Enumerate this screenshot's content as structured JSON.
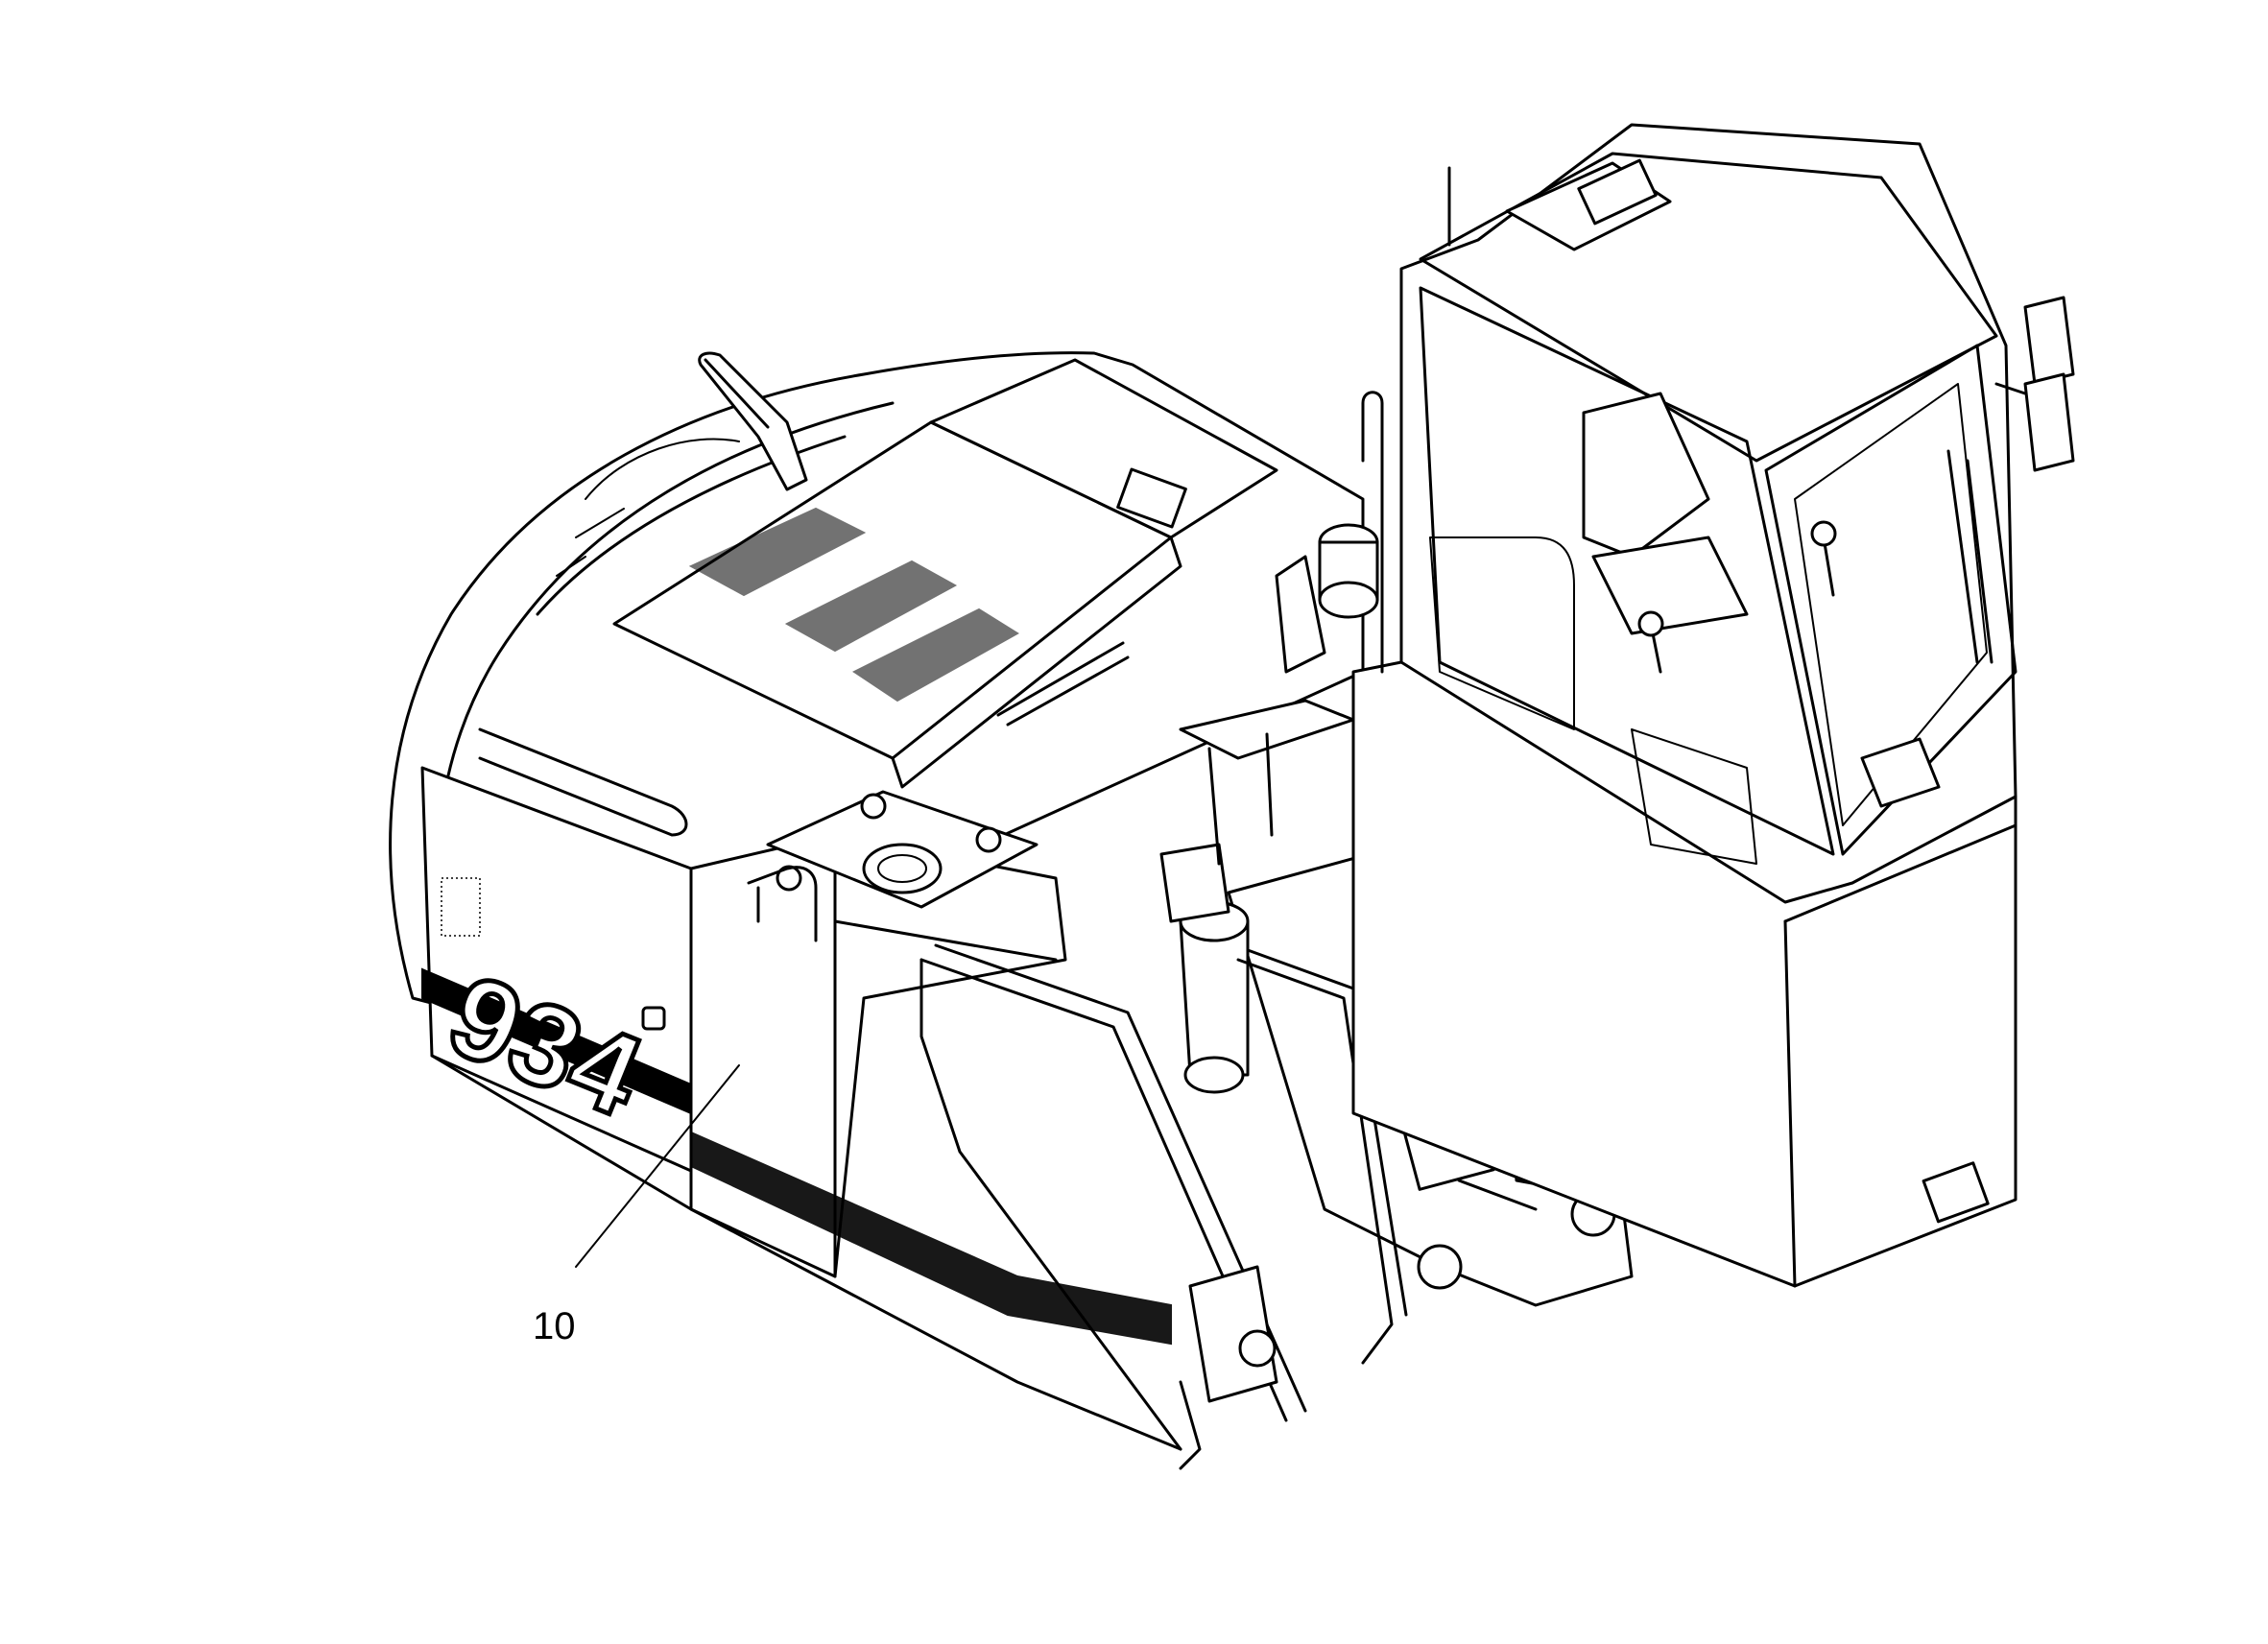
{
  "diagram": {
    "model_number": "934",
    "callouts": [
      {
        "label": "10",
        "part": "side-panel"
      }
    ]
  },
  "colors": {
    "line": "#000000",
    "background": "#ffffff"
  }
}
